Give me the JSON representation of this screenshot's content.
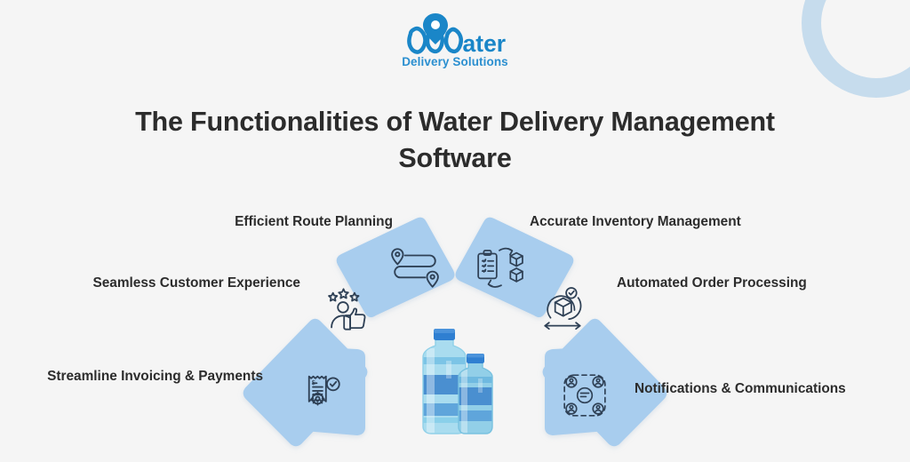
{
  "page": {
    "background_color": "#f5f5f5",
    "heading": "The Functionalities of Water Delivery Management Software"
  },
  "brand": {
    "name": "Water",
    "tagline": "Delivery Solutions",
    "logo_icon": "location-pin-w-logo",
    "color": "#1a86c8",
    "accent_color": "#1f7fc4"
  },
  "decor": {
    "corner_arc_icon": "quarter-ring-arc",
    "corner_arc_color": "#c6dced"
  },
  "diagram": {
    "type": "semicircular-petal-arch",
    "petal_color": "#a8cdee",
    "icon_color": "#2f4156",
    "center_graphic": {
      "icon": "water-gallon-bottles",
      "description": "Two blue water gallon bottles",
      "colors": {
        "body_light": "#a5d8ec",
        "body_mid": "#6fb9e0",
        "water_band": "#4a8fd0",
        "cap": "#2f7fd1"
      }
    },
    "petals": [
      {
        "id": "invoicing",
        "label": "Streamline Invoicing & Payments",
        "icon": "invoice-receipt-icon",
        "side": "left"
      },
      {
        "id": "customer-experience",
        "label": "Seamless Customer Experience",
        "icon": "customer-thumbs-up-stars-icon",
        "side": "left"
      },
      {
        "id": "route-planning",
        "label": "Efficient Route Planning",
        "icon": "winding-route-pins-icon",
        "side": "left"
      },
      {
        "id": "inventory",
        "label": "Accurate Inventory Management",
        "icon": "clipboard-boxes-cycle-icon",
        "side": "right"
      },
      {
        "id": "order-processing",
        "label": "Automated Order Processing",
        "icon": "box-check-cycle-icon",
        "side": "right"
      },
      {
        "id": "notifications",
        "label": "Notifications & Communications",
        "icon": "network-message-nodes-icon",
        "side": "right"
      }
    ]
  }
}
